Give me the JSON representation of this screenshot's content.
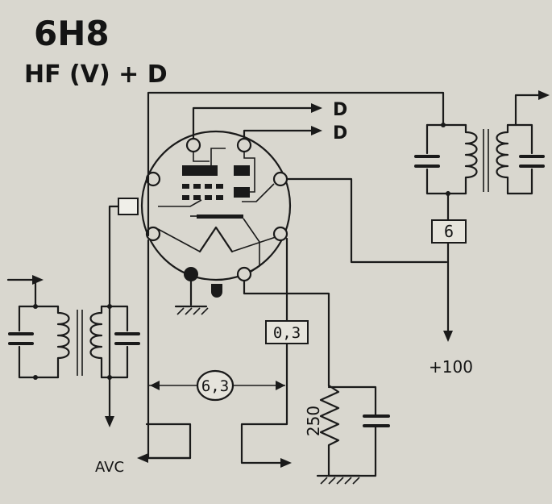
{
  "tube_type": "6H8",
  "function_label": "HF (V) + D",
  "outputs": {
    "d_top": "D",
    "d_bottom": "D"
  },
  "values": {
    "resistor_plate": "6",
    "resistor_filament": "0,3",
    "filament_voltage": "6,3",
    "load_resistor": "250"
  },
  "supply": "+100",
  "avc": "AVC"
}
